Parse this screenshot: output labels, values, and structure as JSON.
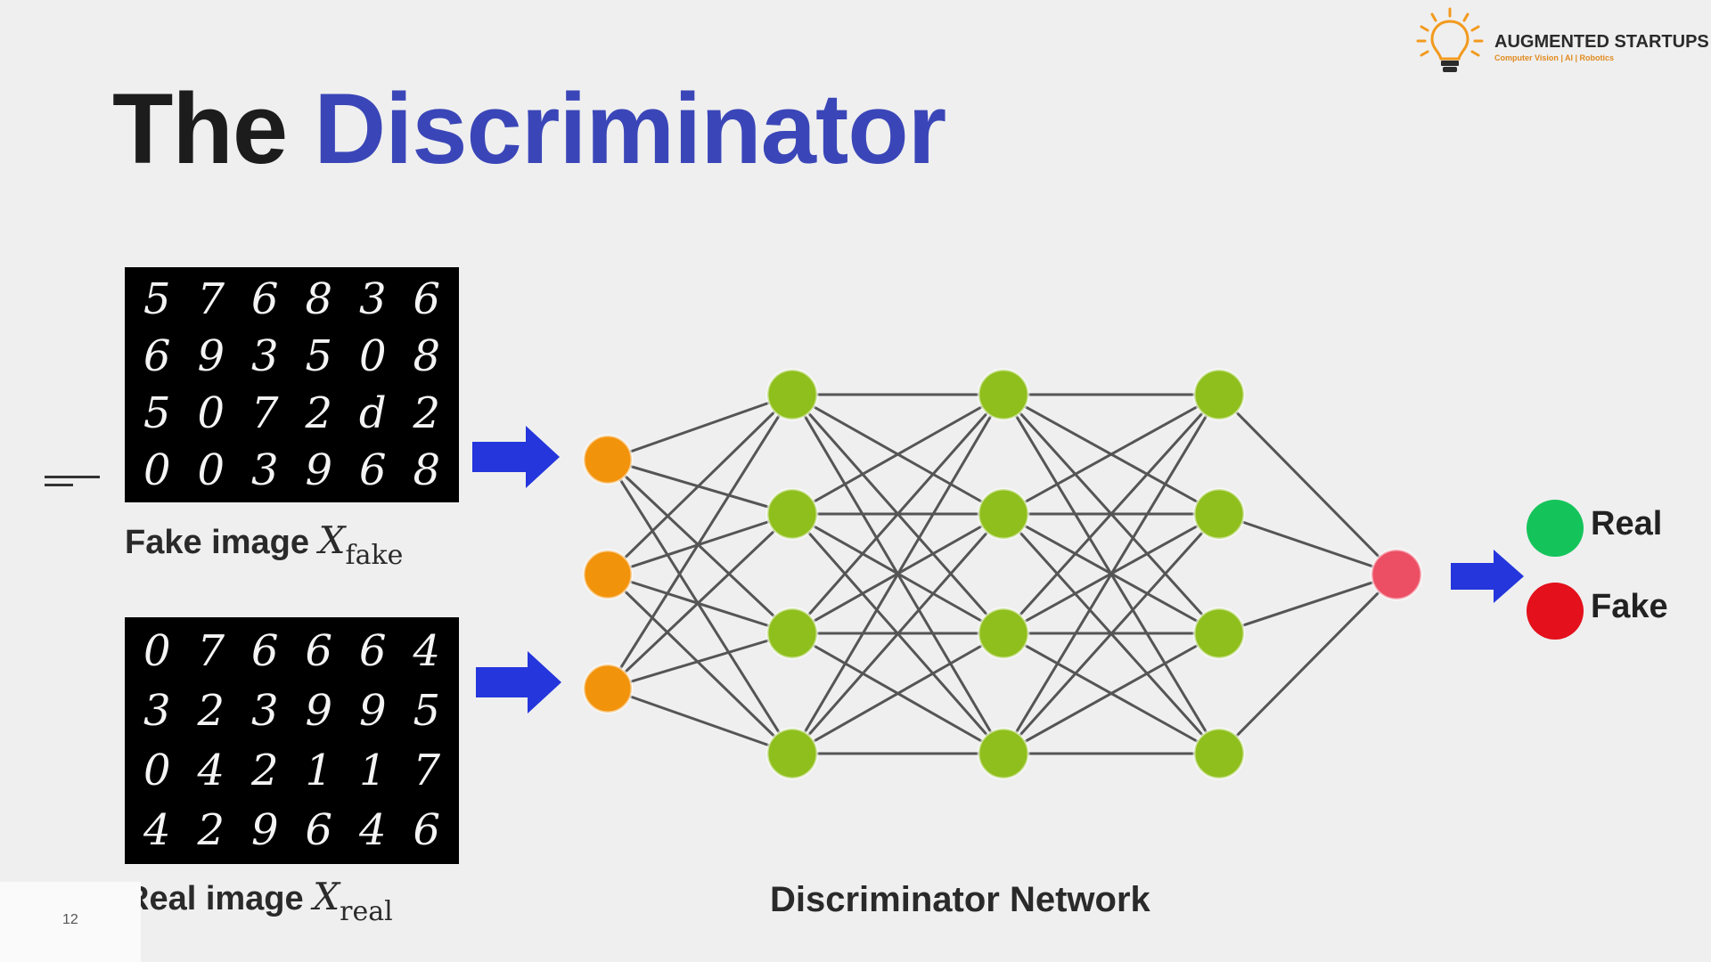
{
  "slide": {
    "title_plain": "The",
    "title_accent": "Discriminator",
    "slide_number": "12"
  },
  "logo": {
    "brand": "AUGMENTED STARTUPS",
    "tagline": "Computer Vision | AI | Robotics"
  },
  "fake_block": {
    "caption_text": "Fake image",
    "caption_math": "X",
    "caption_sub": "fake",
    "digits": [
      [
        "5",
        "7",
        "6",
        "8",
        "3",
        "6"
      ],
      [
        "6",
        "9",
        "3",
        "5",
        "0",
        "8"
      ],
      [
        "5",
        "0",
        "7",
        "2",
        "d",
        "2"
      ],
      [
        "0",
        "0",
        "3",
        "9",
        "6",
        "8"
      ]
    ]
  },
  "real_block": {
    "caption_text": "Real image",
    "caption_math": "X",
    "caption_sub": "real",
    "digits": [
      [
        "0",
        "7",
        "6",
        "6",
        "6",
        "4"
      ],
      [
        "3",
        "2",
        "3",
        "9",
        "9",
        "5"
      ],
      [
        "0",
        "4",
        "2",
        "1",
        "1",
        "7"
      ],
      [
        "4",
        "2",
        "9",
        "6",
        "4",
        "6"
      ]
    ]
  },
  "network": {
    "label": "Discriminator Network",
    "layer_sizes": [
      3,
      4,
      4,
      4,
      1
    ],
    "colors": {
      "input": "#f2930c",
      "hidden": "#8fbf1c",
      "output": "#ec4f64",
      "edge": "#555555",
      "arrow": "#2436dc"
    }
  },
  "outputs": [
    {
      "label": "Real",
      "color": "#14c45a"
    },
    {
      "label": "Fake",
      "color": "#e4101b"
    }
  ]
}
